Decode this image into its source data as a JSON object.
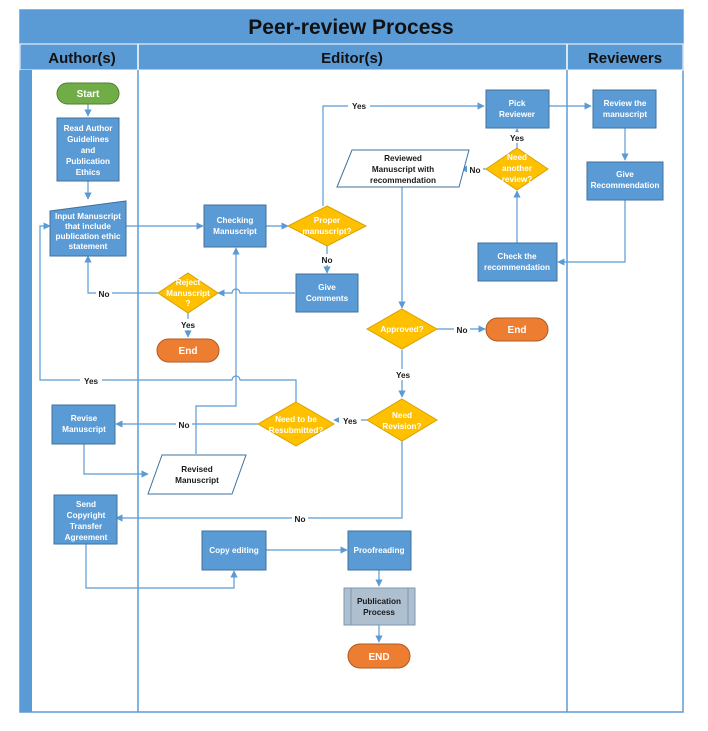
{
  "title": "Peer-review Process",
  "lanes": {
    "author": "Author(s)",
    "editor": "Editor(s)",
    "reviewers": "Reviewers"
  },
  "nodes": {
    "start": "Start",
    "read_guidelines": [
      "Read Author",
      "Guidelines",
      "and",
      "Publication",
      "Ethics"
    ],
    "input_manuscript": [
      "Input Manuscript",
      "that include",
      "publication ethic",
      "statement"
    ],
    "checking": [
      "Checking",
      "Manuscript"
    ],
    "proper": [
      "Proper",
      "manuscript?"
    ],
    "give_comments": [
      "Give",
      "Comments"
    ],
    "reject": [
      "Reject",
      "Manuscript",
      "?"
    ],
    "end_reject": "End",
    "pick_reviewer": [
      "Pick",
      "Reviewer"
    ],
    "review_ms": [
      "Review the",
      "manuscript"
    ],
    "give_rec": [
      "Give",
      "Recommendation"
    ],
    "check_rec": [
      "Check the",
      "recommendation"
    ],
    "need_another": [
      "Need",
      "another",
      "review?"
    ],
    "reviewed_ms": [
      "Reviewed",
      "Manuscript with",
      "recommendation"
    ],
    "approved": "Approved?",
    "end_approved": "End",
    "need_revision": [
      "Need",
      "Revision?"
    ],
    "need_resubmit": [
      "Need to be",
      "Resubmitted?"
    ],
    "revise": [
      "Revise",
      "Manuscript"
    ],
    "revised_ms": [
      "Revised",
      "Manuscript"
    ],
    "send_copyright": [
      "Send",
      "Copyright",
      "Transfer",
      "Agreement"
    ],
    "copy_editing": "Copy editing",
    "proofreading": "Proofreading",
    "publication": [
      "Publication",
      "Process"
    ],
    "end_final": "END"
  },
  "edge_labels": {
    "proper_yes": "Yes",
    "proper_no": "No",
    "reject_no": "No",
    "reject_yes": "Yes",
    "another_no": "No",
    "another_yes": "Yes",
    "approved_no": "No",
    "approved_yes": "Yes",
    "revision_yes": "Yes",
    "revision_no": "No",
    "resubmit_no": "No",
    "resubmit_yes": "Yes"
  },
  "colors": {
    "header": "#5b9bd5",
    "box": "#5b9bd5",
    "decision": "#ffc000",
    "start": "#70ad47",
    "end": "#ed7d31",
    "line": "#5b9bd5"
  }
}
